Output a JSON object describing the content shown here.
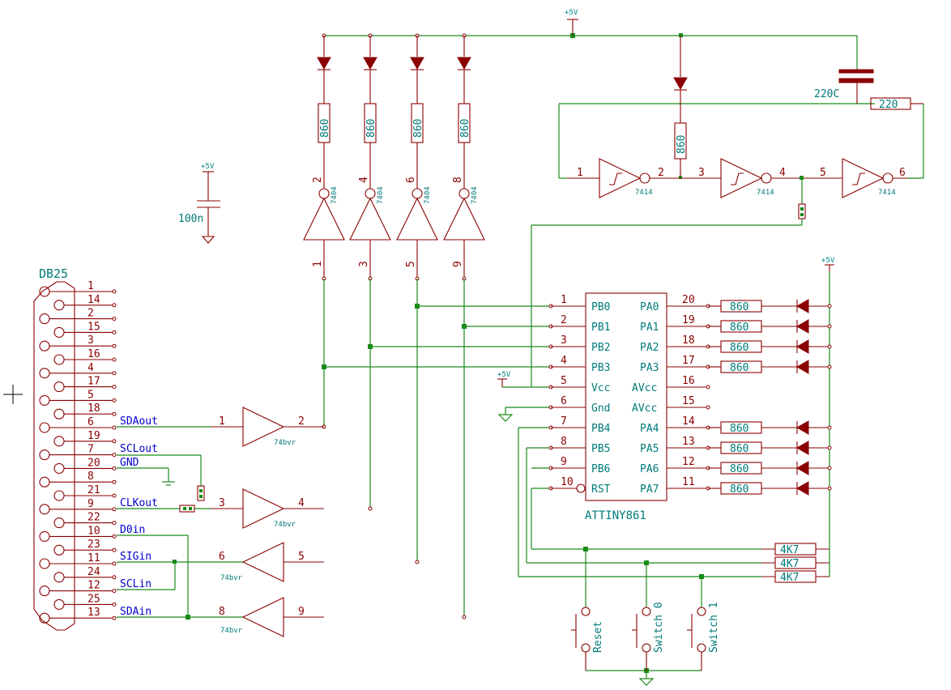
{
  "connector": {
    "title": "DB25",
    "pins": [
      "1",
      "14",
      "2",
      "15",
      "3",
      "16",
      "4",
      "17",
      "5",
      "18",
      "6",
      "19",
      "7",
      "20",
      "8",
      "21",
      "9",
      "22",
      "10",
      "23",
      "11",
      "24",
      "12",
      "25",
      "13"
    ]
  },
  "signals": [
    "SDAout",
    "SCLout",
    "GND",
    "CLKout",
    "D0in",
    "SIGin",
    "SCLin",
    "SDAin"
  ],
  "mcu": {
    "name": "ATTINY861",
    "left": [
      {
        "num": "1",
        "name": "PB0"
      },
      {
        "num": "2",
        "name": "PB1"
      },
      {
        "num": "3",
        "name": "PB2"
      },
      {
        "num": "4",
        "name": "PB3"
      },
      {
        "num": "5",
        "name": "Vcc"
      },
      {
        "num": "6",
        "name": "Gnd"
      },
      {
        "num": "7",
        "name": "PB4"
      },
      {
        "num": "8",
        "name": "PB5"
      },
      {
        "num": "9",
        "name": "PB6"
      },
      {
        "num": "10",
        "name": "RST"
      }
    ],
    "right": [
      {
        "num": "20",
        "name": "PA0"
      },
      {
        "num": "19",
        "name": "PA1"
      },
      {
        "num": "18",
        "name": "PA2"
      },
      {
        "num": "17",
        "name": "PA3"
      },
      {
        "num": "16",
        "name": "AVcc"
      },
      {
        "num": "15",
        "name": "AVcc"
      },
      {
        "num": "14",
        "name": "PA4"
      },
      {
        "num": "13",
        "name": "PA5"
      },
      {
        "num": "12",
        "name": "PA6"
      },
      {
        "num": "11",
        "name": "PA7"
      }
    ]
  },
  "inverters_7404": {
    "label": "7404",
    "in_pins": [
      "1",
      "3",
      "5",
      "9"
    ],
    "out_pins": [
      "2",
      "4",
      "6",
      "8"
    ]
  },
  "schmitt_7414": {
    "label": "7414",
    "pins": [
      "1",
      "2",
      "3",
      "4",
      "5",
      "6"
    ]
  },
  "buffers": {
    "label": "74bvr",
    "units": [
      {
        "in": "1",
        "out": "2"
      },
      {
        "in": "3",
        "out": "4"
      },
      {
        "in": "6",
        "out": "5"
      },
      {
        "in": "8",
        "out": "9"
      }
    ]
  },
  "values": {
    "r_led": "860",
    "r_fb": "220",
    "c_fb": "220C",
    "c_dec": "100n",
    "r_pull": "4K7",
    "vcc": "+5V"
  },
  "switches": [
    "Reset",
    "Switch 0",
    "Switch 1"
  ]
}
